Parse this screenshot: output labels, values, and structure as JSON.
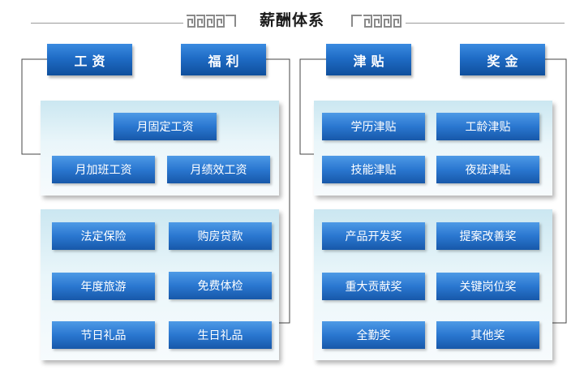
{
  "title": "薪酬体系",
  "categories": {
    "salary": "工资",
    "welfare": "福利",
    "allowance": "津贴",
    "bonus": "奖金"
  },
  "salary_items": [
    "月固定工资",
    "月加班工资",
    "月绩效工资"
  ],
  "welfare_items": [
    "法定保险",
    "购房贷款",
    "年度旅游",
    "免费体检",
    "节日礼品",
    "生日礼品"
  ],
  "allowance_items": [
    "学历津贴",
    "工龄津贴",
    "技能津贴",
    "夜班津贴"
  ],
  "bonus_items": [
    "产品开发奖",
    "提案改善奖",
    "重大贡献奖",
    "关键岗位奖",
    "全勤奖",
    "其他奖"
  ]
}
